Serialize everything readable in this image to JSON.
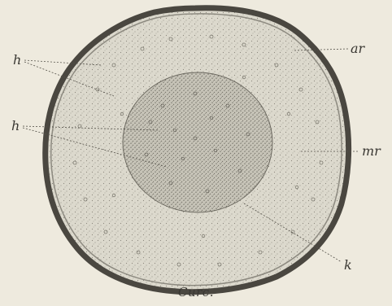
{
  "figure": {
    "caption": "Curc.",
    "labels": {
      "h_upper": "h",
      "h_lower": "h",
      "ar": "ar",
      "mr": "mr",
      "k": "k"
    }
  }
}
